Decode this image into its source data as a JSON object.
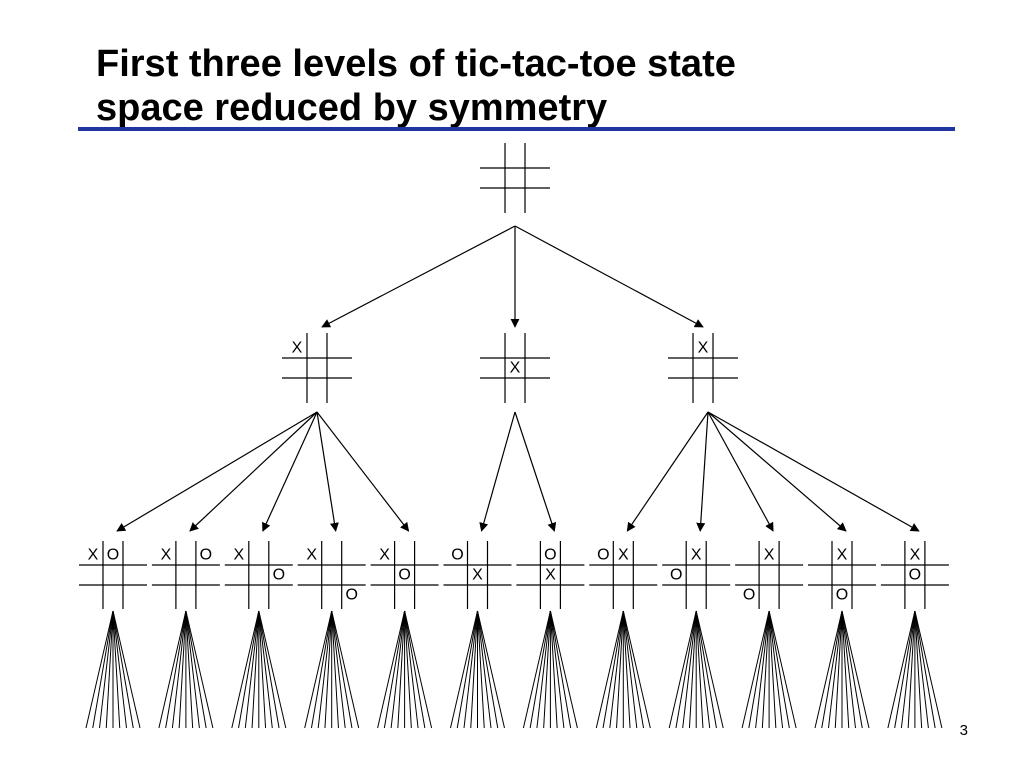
{
  "slide": {
    "title_line1": "First three levels of tic-tac-toe state",
    "title_line2": "space reduced by symmetry",
    "page_number": "3",
    "accent_color": "#1f36a0"
  },
  "tree": {
    "root": {
      "cells": [
        "",
        "",
        "",
        "",
        "",
        "",
        "",
        "",
        ""
      ]
    },
    "level1": [
      {
        "cells": [
          "X",
          "",
          "",
          "",
          "",
          "",
          "",
          "",
          ""
        ]
      },
      {
        "cells": [
          "",
          "",
          "",
          "",
          "X",
          "",
          "",
          "",
          ""
        ]
      },
      {
        "cells": [
          "",
          "X",
          "",
          "",
          "",
          "",
          "",
          "",
          ""
        ]
      }
    ],
    "level2": [
      {
        "parent": 0,
        "cells": [
          "X",
          "O",
          "",
          "",
          "",
          "",
          "",
          "",
          ""
        ]
      },
      {
        "parent": 0,
        "cells": [
          "X",
          "",
          "O",
          "",
          "",
          "",
          "",
          "",
          ""
        ]
      },
      {
        "parent": 0,
        "cells": [
          "X",
          "",
          "",
          "",
          "",
          "O",
          "",
          "",
          ""
        ]
      },
      {
        "parent": 0,
        "cells": [
          "X",
          "",
          "",
          "",
          "",
          "",
          "",
          "",
          "O"
        ]
      },
      {
        "parent": 0,
        "cells": [
          "X",
          "",
          "",
          "",
          "O",
          "",
          "",
          "",
          ""
        ]
      },
      {
        "parent": 1,
        "cells": [
          "O",
          "",
          "",
          "",
          "X",
          "",
          "",
          "",
          ""
        ]
      },
      {
        "parent": 1,
        "cells": [
          "",
          "O",
          "",
          "",
          "X",
          "",
          "",
          "",
          ""
        ]
      },
      {
        "parent": 2,
        "cells": [
          "O",
          "X",
          "",
          "",
          "",
          "",
          "",
          "",
          ""
        ]
      },
      {
        "parent": 2,
        "cells": [
          "",
          "X",
          "",
          "O",
          "",
          "",
          "",
          "",
          ""
        ]
      },
      {
        "parent": 2,
        "cells": [
          "",
          "X",
          "",
          "",
          "",
          "",
          "O",
          "",
          ""
        ]
      },
      {
        "parent": 2,
        "cells": [
          "",
          "X",
          "",
          "",
          "",
          "",
          "",
          "O",
          ""
        ]
      },
      {
        "parent": 2,
        "cells": [
          "",
          "X",
          "",
          "",
          "O",
          "",
          "",
          "",
          ""
        ]
      }
    ],
    "fan_lines_per_child": 9
  }
}
